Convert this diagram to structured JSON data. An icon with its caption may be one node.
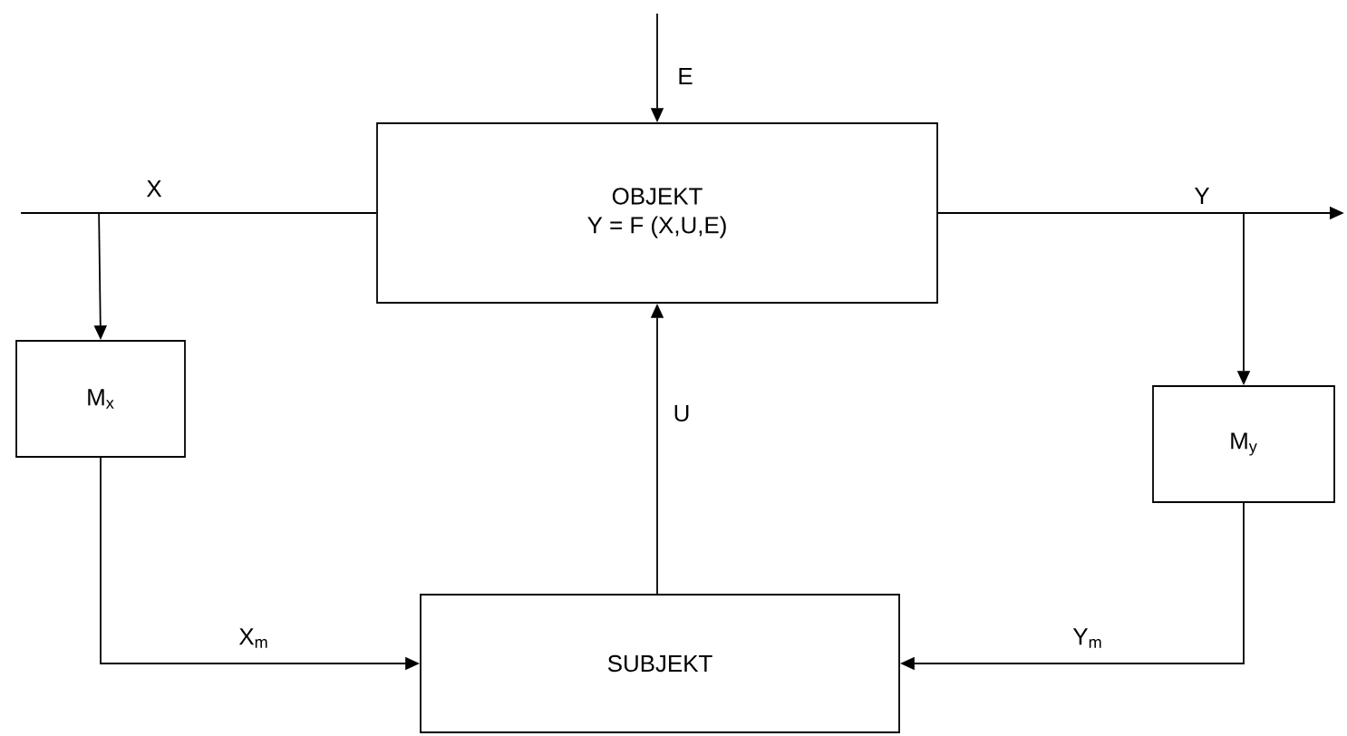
{
  "diagram": {
    "nodes": [
      {
        "text": [
          "OBJEKT",
          "Y = F (X,U,E)"
        ]
      },
      {
        "text": [
          "M$_{x}$"
        ]
      },
      {
        "text": [
          "M$_{y}$"
        ]
      },
      {
        "text": [
          "SUBJEKT"
        ]
      }
    ],
    "edges": [
      {
        "from": null,
        "to": 0,
        "arrow": "to",
        "label": "E"
      },
      {
        "from": null,
        "to": 0,
        "arrow": "none",
        "label": "X"
      },
      {
        "from": null,
        "to": 1,
        "arrow": "to"
      },
      {
        "from": 0,
        "to": null,
        "arrow": "to",
        "label": "Y"
      },
      {
        "from": 0,
        "to": 2,
        "arrow": "to"
      },
      {
        "from": 1,
        "to": 3,
        "arrow": "to",
        "label": "X$_{m}$"
      },
      {
        "from": 2,
        "to": 3,
        "arrow": "to",
        "label": "Y$_{m}$"
      },
      {
        "from": 3,
        "to": 0,
        "arrow": "to",
        "label": "U"
      }
    ]
  }
}
